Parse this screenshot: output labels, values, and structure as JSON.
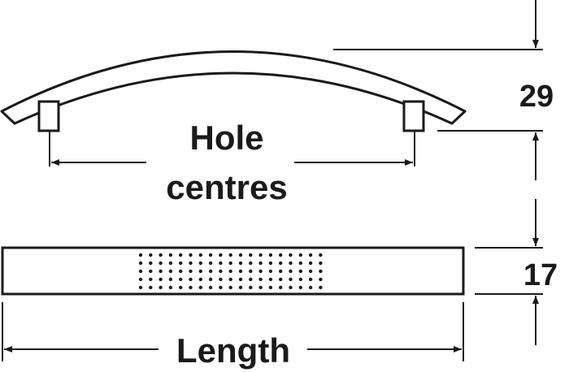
{
  "labels": {
    "hole_line1": "Hole",
    "hole_line2": "centres",
    "length": "Length",
    "height_dim": "29",
    "width_dim": "17"
  },
  "colors": {
    "ink": "#1a1a1a",
    "background": "#ffffff"
  }
}
